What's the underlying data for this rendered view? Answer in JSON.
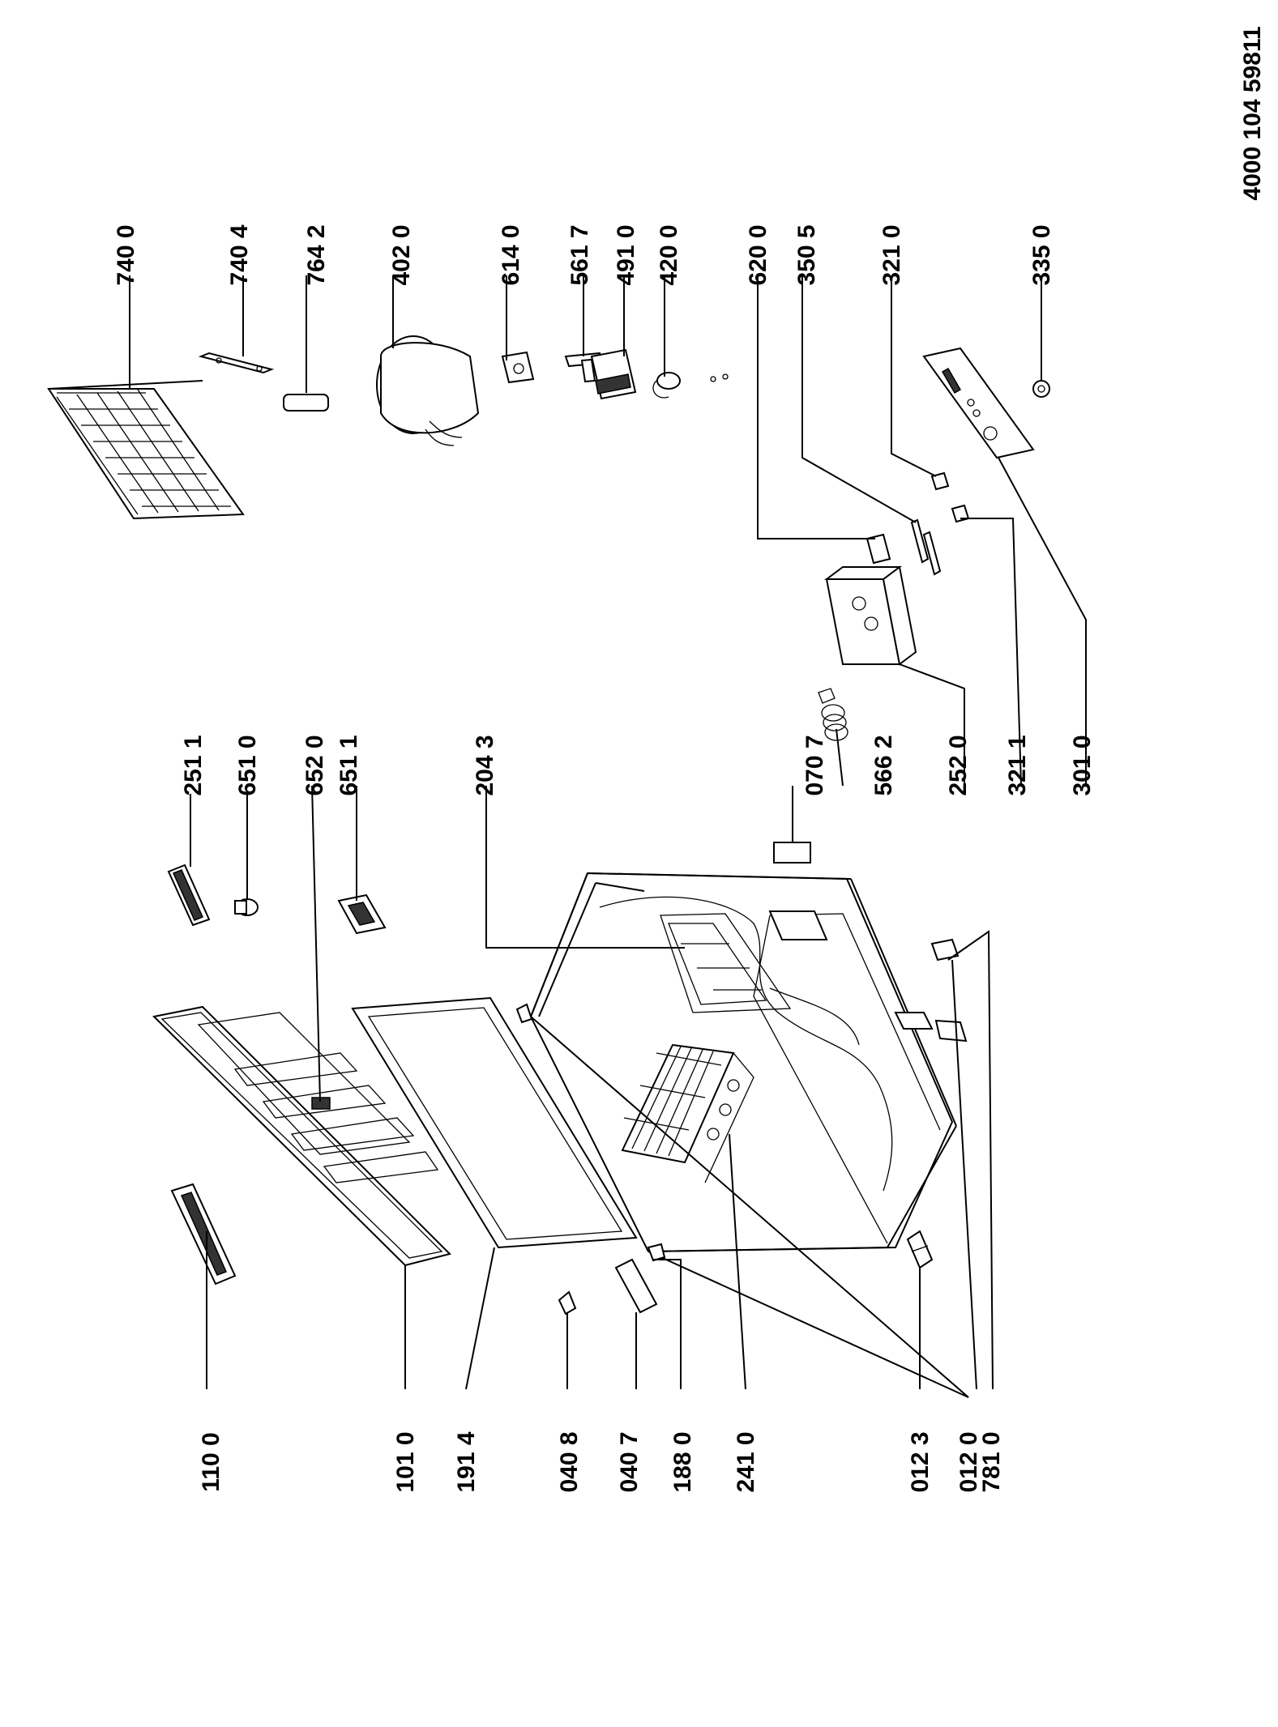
{
  "document_code": "4000 104 59811",
  "labels": {
    "p110_0": "110 0",
    "p101_0": "101 0",
    "p191_4": "191 4",
    "p040_8": "040 8",
    "p040_7": "040 7",
    "p188_0": "188 0",
    "p241_0": "241 0",
    "p012_3": "012 3",
    "p012_0": "012 0",
    "p781_0": "781 0",
    "p251_1": "251 1",
    "p651_0": "651 0",
    "p652_0": "652 0",
    "p651_1": "651 1",
    "p204_3": "204 3",
    "p070_7": "070 7",
    "p566_2": "566 2",
    "p252_0": "252 0",
    "p321_1": "321 1",
    "p301_0": "301 0",
    "p740_0": "740 0",
    "p740_4": "740 4",
    "p764_2": "764 2",
    "p402_0": "402 0",
    "p614_0": "614 0",
    "p561_7": "561 7",
    "p491_0": "491 0",
    "p420_0": "420 0",
    "p620_0": "620 0",
    "p350_5": "350 5",
    "p321_0": "321 0",
    "p335_0": "335 0"
  }
}
